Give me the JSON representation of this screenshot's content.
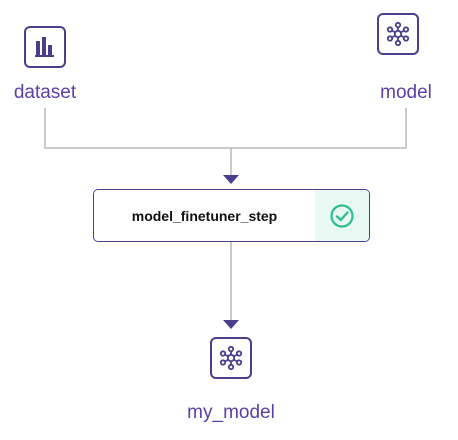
{
  "nodes": {
    "dataset": {
      "label": "dataset",
      "icon": "bar-chart-icon"
    },
    "model": {
      "label": "model",
      "icon": "network-icon"
    },
    "my_model": {
      "label": "my_model",
      "icon": "network-icon"
    }
  },
  "step": {
    "name": "model_finetuner_step",
    "status": "completed",
    "status_icon": "check-circle-icon"
  },
  "colors": {
    "node_border": "#4b3f8c",
    "label_text": "#5a3fa8",
    "edge_line": "#b8b8b8",
    "arrow": "#4b3f8c",
    "status_bg": "#e8f8f2",
    "status_check": "#2fbf8f"
  }
}
